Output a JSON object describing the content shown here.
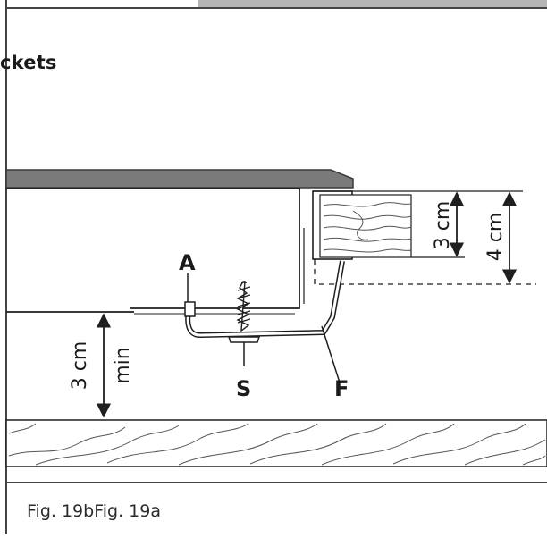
{
  "heading": "ckets",
  "caption": "Fig. 19bFig. 19a",
  "labels": {
    "a": "A",
    "s": "S",
    "f": "F"
  },
  "dimensions": {
    "worktop_thickness": "3 cm",
    "overall_depth": "4 cm",
    "clearance_value": "3 cm",
    "clearance_qualifier": "min"
  },
  "colors": {
    "frame": "#444444",
    "hob_top": "#7a7a7a",
    "line": "#1f1f1f",
    "tab_grey": "#b5b5b5"
  }
}
